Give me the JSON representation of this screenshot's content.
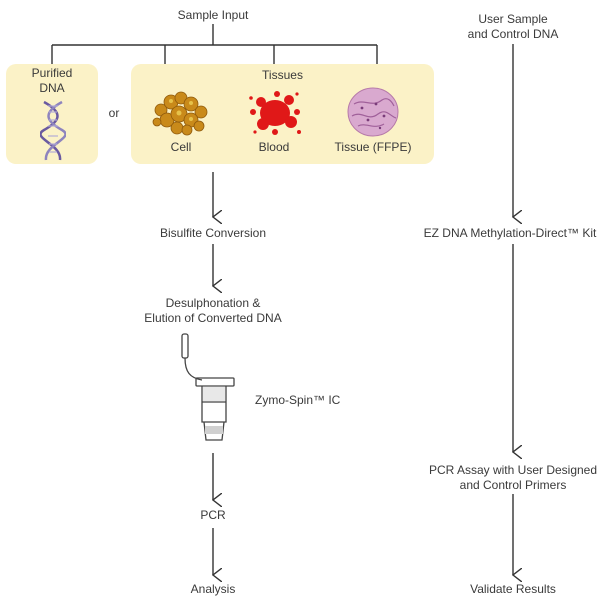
{
  "left_flow": {
    "sample_input": "Sample Input",
    "purified_dna": "Purified\nDNA",
    "or": "or",
    "tissues": "Tissues",
    "cell": "Cell",
    "blood": "Blood",
    "tissue_ffpe": "Tissue (FFPE)",
    "bisulfite": "Bisulfite Conversion",
    "desulph": "Desulphonation &\nElution of Converted DNA",
    "zymo": "Zymo-Spin™ IC",
    "pcr": "PCR",
    "analysis": "Analysis"
  },
  "right_flow": {
    "user_sample": "User Sample\nand Control DNA",
    "kit": "EZ DNA Methylation-Direct™ Kit",
    "pcr_assay": "PCR Assay with User Designed\nand Control Primers",
    "validate": "Validate Results"
  },
  "colors": {
    "panel": "#fbf2c7",
    "line": "#333333",
    "cell": "#c98a1a",
    "blood": "#e01818",
    "ffpe": "#c58ab9",
    "dna": "#6a5aa0"
  },
  "icons": [
    "dna-helix-icon",
    "cell-cluster-icon",
    "blood-splatter-icon",
    "tissue-ffpe-icon",
    "spin-column-icon"
  ]
}
